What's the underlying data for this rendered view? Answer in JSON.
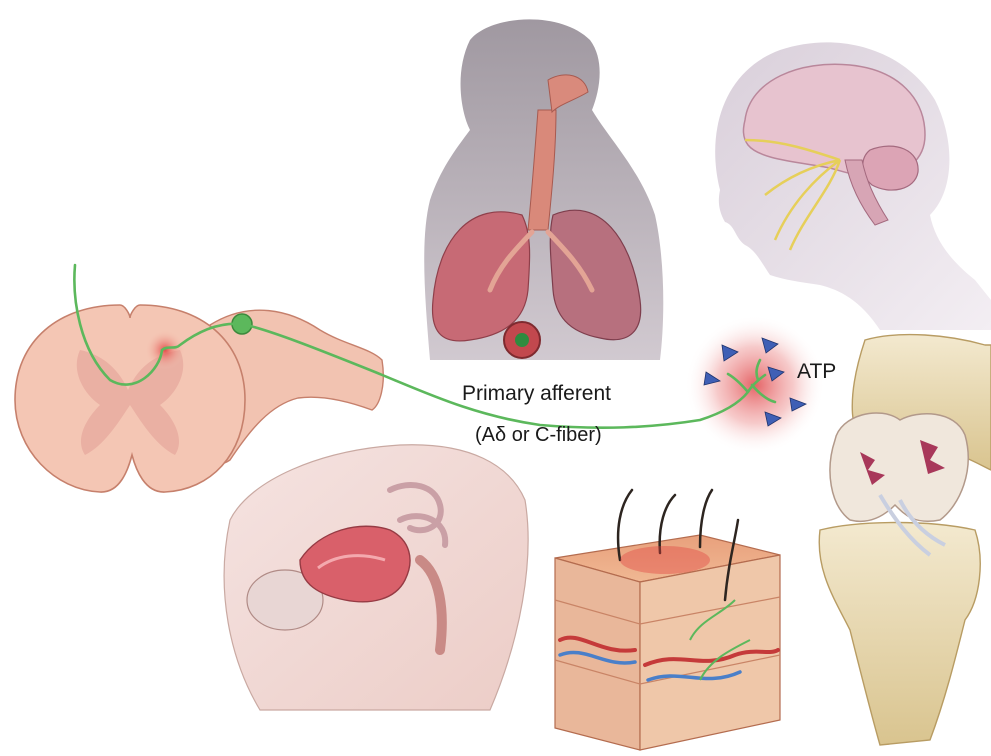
{
  "labels": {
    "primary_afferent": "Primary afferent",
    "fiber_type": "(Aδ or C-fiber)",
    "atp": "ATP"
  },
  "colors": {
    "nerve": "#5cb85c",
    "atp_triangle": "#3f5fb5",
    "inflammation": "#e0474a",
    "spinal_cord": "#f4c6b4",
    "lung": "#c8737d",
    "skin_block": "#e8a98a",
    "knee_bone": "#efe3c3",
    "head_silhouette": "#9a8a93"
  },
  "illustrations": [
    "spinal-cord-cross-section",
    "lungs-and-airway",
    "brain-sagittal",
    "knee-joint",
    "pelvic-organs",
    "skin-block"
  ]
}
